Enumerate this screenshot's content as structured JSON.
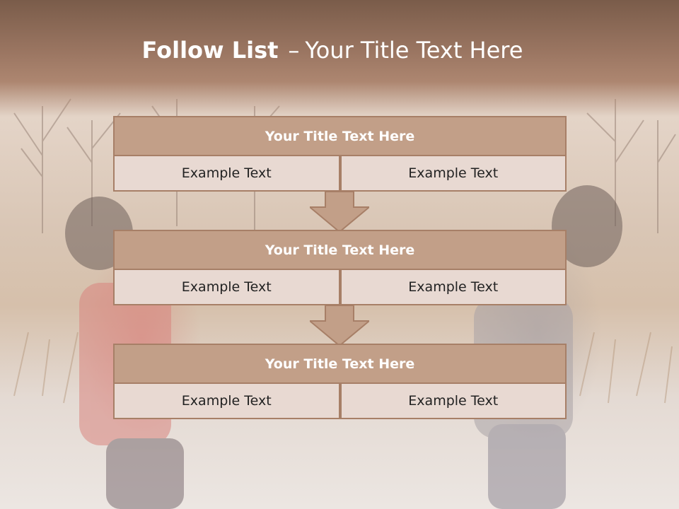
{
  "header": {
    "title_bold": "Follow List",
    "title_dash": "–",
    "title_rest": "Your Title Text Here"
  },
  "blocks": [
    {
      "title": "Your Title Text Here",
      "left": "Example Text",
      "right": "Example Text"
    },
    {
      "title": "Your Title Text Here",
      "left": "Example Text",
      "right": "Example Text"
    },
    {
      "title": "Your Title Text Here",
      "left": "Example Text",
      "right": "Example Text"
    }
  ],
  "colors": {
    "header": "#9b7662",
    "block_title_fill": "#c29f88",
    "block_border": "#a77f67",
    "cell_fill": "#e8d9d2"
  }
}
